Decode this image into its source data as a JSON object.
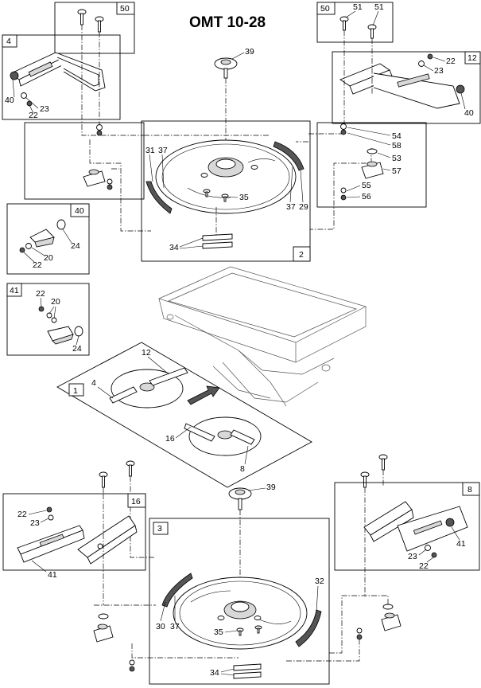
{
  "title": "OMT 10-28",
  "groups": {
    "g50_left": "50",
    "g4": "4",
    "g50_right": "50",
    "g12": "12",
    "g2": "2",
    "g40": "40",
    "g41": "41",
    "g1": "1",
    "g16": "16",
    "g3": "3",
    "g8": "8"
  },
  "callouts": {
    "c51a": "51",
    "c51b": "51",
    "c39_top": "39",
    "c4_40": "40",
    "c4_23": "23",
    "c4_22": "22",
    "c12_22": "22",
    "c12_23": "23",
    "c12_40": "40",
    "c54": "54",
    "c58": "58",
    "c53": "53",
    "c57": "57",
    "c55": "55",
    "c56": "56",
    "c31": "31",
    "c37a": "37",
    "c35_top": "35",
    "c37b": "37",
    "c29": "29",
    "c34_top": "34",
    "c40_24": "24",
    "c40_20": "20",
    "c40_22": "22",
    "c41_22": "22",
    "c41_20": "20",
    "c41_24": "24",
    "c1_12": "12",
    "c1_4": "4",
    "c1_16": "16",
    "c1_8": "8",
    "c39_bot": "39",
    "c16_22": "22",
    "c16_23": "23",
    "c16_41": "41",
    "c8_41": "41",
    "c8_23": "23",
    "c8_22": "22",
    "c32": "32",
    "c30": "30",
    "c37c": "37",
    "c35_bot": "35",
    "c34_bot": "34"
  }
}
